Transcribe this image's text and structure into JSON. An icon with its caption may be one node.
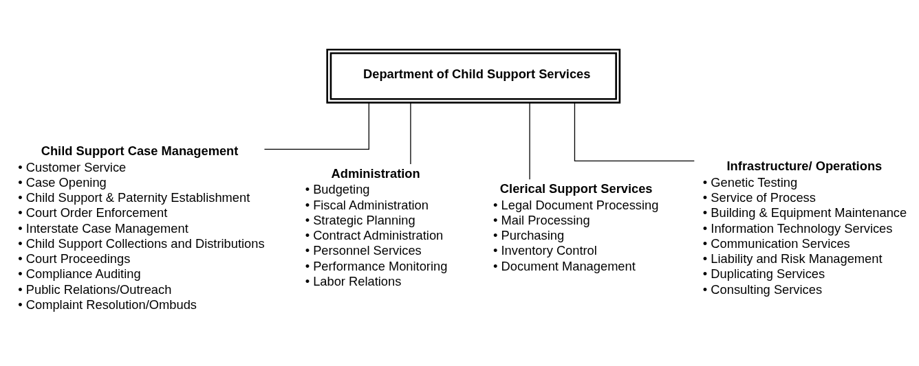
{
  "diagram": {
    "nodes": [
      {
        "text": [
          "Department of Child Support Services"
        ]
      },
      {
        "text": [
          "Child Support Case Management",
          "• Customer Service",
          "• Case Opening",
          "• Child Support & Paternity Establishment",
          "• Court Order Enforcement",
          "• Interstate Case Management",
          "• Child Support Collections and Distributions",
          "• Court Proceedings",
          "• Compliance Auditing",
          "• Public Relations/Outreach",
          "• Complaint Resolution/Ombuds"
        ]
      },
      {
        "text": [
          "Administration",
          "• Budgeting",
          "• Fiscal Administration",
          "• Strategic Planning",
          "• Contract Administration",
          "• Personnel Services",
          "• Performance Monitoring",
          "• Labor Relations"
        ]
      },
      {
        "text": [
          "Clerical Support Services",
          "• Legal Document Processing",
          "• Mail Processing",
          "• Purchasing",
          "• Inventory Control",
          "• Document Management"
        ]
      },
      {
        "text": [
          "Infrastructure/ Operations",
          "• Genetic Testing",
          "• Service of Process",
          "• Building & Equipment Maintenance",
          "• Information Technology Services",
          "• Communication Services",
          "• Liability and Risk Management",
          "• Duplicating Services",
          "• Consulting Services"
        ]
      }
    ],
    "edges": [
      {
        "from": 0,
        "to": 1,
        "arrow": "none"
      },
      {
        "from": 0,
        "to": 2,
        "arrow": "none"
      },
      {
        "from": 0,
        "to": 3,
        "arrow": "none"
      },
      {
        "from": 0,
        "to": 4,
        "arrow": "none"
      }
    ]
  }
}
